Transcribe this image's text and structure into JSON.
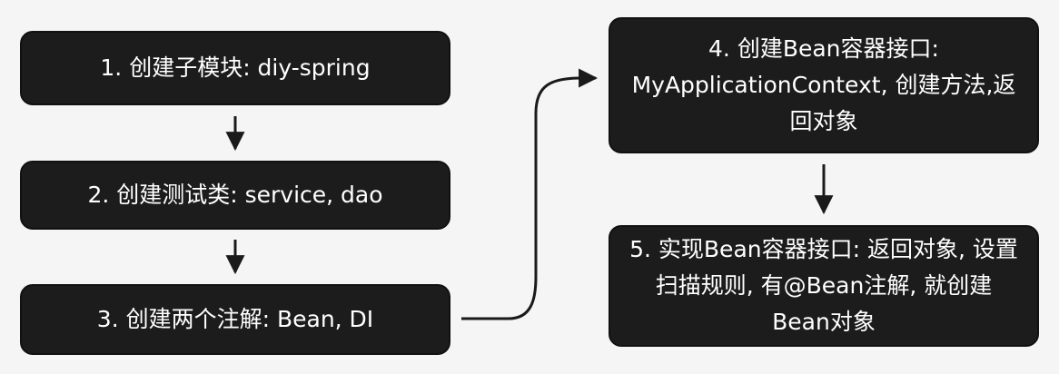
{
  "nodes": [
    {
      "id": "n1",
      "label": "1. 创建子模块: diy-spring"
    },
    {
      "id": "n2",
      "label": "2. 创建测试类: service, dao"
    },
    {
      "id": "n3",
      "label": "3. 创建两个注解: Bean, DI"
    },
    {
      "id": "n4",
      "label": "4. 创建Bean容器接口: MyApplicationContext, 创建方法,返回对象"
    },
    {
      "id": "n5",
      "label": "5. 实现Bean容器接口: 返回对象, 设置扫描规则, 有@Bean注解, 就创建Bean对象"
    }
  ],
  "edges": [
    {
      "from": "n1",
      "to": "n2"
    },
    {
      "from": "n2",
      "to": "n3"
    },
    {
      "from": "n3",
      "to": "n4"
    },
    {
      "from": "n4",
      "to": "n5"
    }
  ],
  "colors": {
    "node_fill": "#1c1c1c",
    "node_text": "#ffffff",
    "edge": "#1a1a1a",
    "background": "#f5f5f5"
  }
}
